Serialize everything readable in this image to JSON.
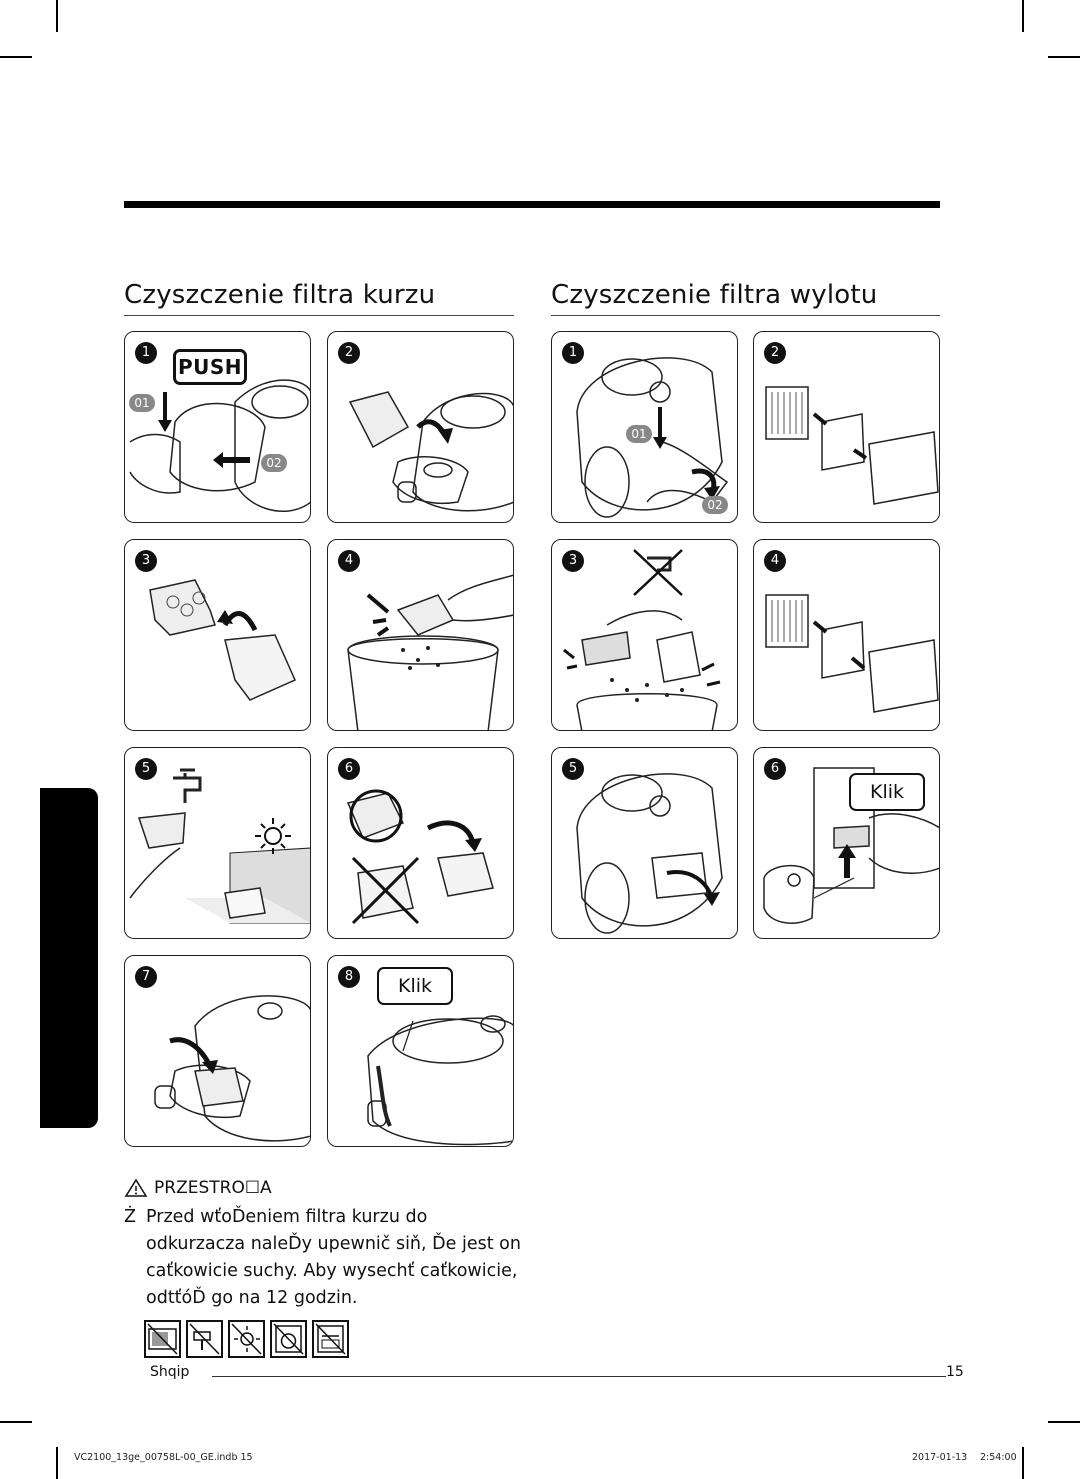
{
  "sections": [
    {
      "title": "Czyszczenie filtra kurzu",
      "steps": [
        {
          "num": "1",
          "push": "PUSH",
          "sub1": "01",
          "sub2": "02"
        },
        {
          "num": "2"
        },
        {
          "num": "3"
        },
        {
          "num": "4"
        },
        {
          "num": "5"
        },
        {
          "num": "6"
        },
        {
          "num": "7"
        },
        {
          "num": "8",
          "klik": "Klik"
        }
      ]
    },
    {
      "title": "Czyszczenie filtra wylotu",
      "steps": [
        {
          "num": "1",
          "sub1": "01",
          "sub2": "02"
        },
        {
          "num": "2"
        },
        {
          "num": "3"
        },
        {
          "num": "4"
        },
        {
          "num": "5"
        },
        {
          "num": "6",
          "klik": "Klik"
        }
      ]
    }
  ],
  "caution": {
    "label": "PRZESTRO☐A",
    "bullet": "Ż",
    "text": "Przed wťoĎeniem filtra kurzu do odkurzacza naleĎy upewnič siň, Ďe jest on caťkowicie suchy. Aby wysechť caťkowicie, odtťóĎ go na 12 godzin."
  },
  "icons": [
    "microwave-icon",
    "no-hair-dryer-icon",
    "no-sun-icon",
    "no-washing-machine-icon",
    "no-dryer-icon"
  ],
  "footer": {
    "language": "Shqip",
    "page": "15"
  },
  "slug": {
    "file": "VC2100_13ge_00758L-00_GE.indb 15",
    "date": "2017-01-13",
    "time": "2:54:00"
  }
}
